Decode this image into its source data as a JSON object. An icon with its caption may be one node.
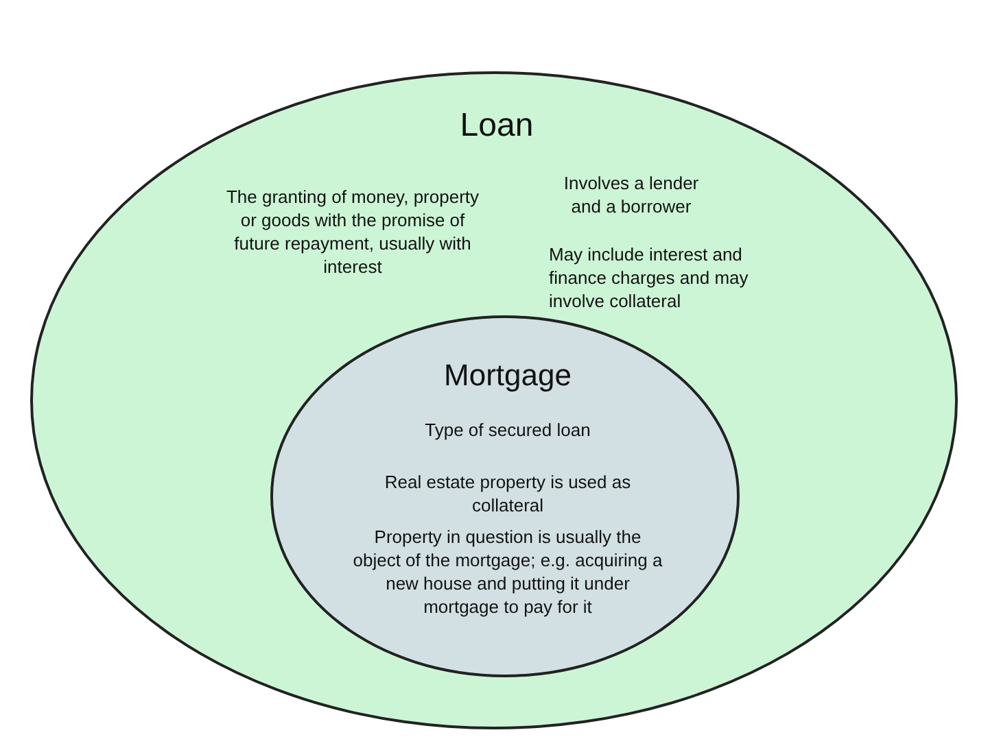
{
  "diagram": {
    "nodes": [
      {
        "text": [
          "Loan",
          "The granting of money, property or goods with the promise of future repayment, usually with interest",
          "Involves a lender and a borrower",
          "May include interest and finance charges and may involve collateral"
        ]
      },
      {
        "text": [
          "Mortgage",
          "Type of secured loan",
          "Real estate property is used as collateral",
          "Property in question is usually the object of the mortgage; e.g. acquiring a new house and putting it under mortgage to pay for it"
        ],
        "in": 0
      }
    ]
  }
}
